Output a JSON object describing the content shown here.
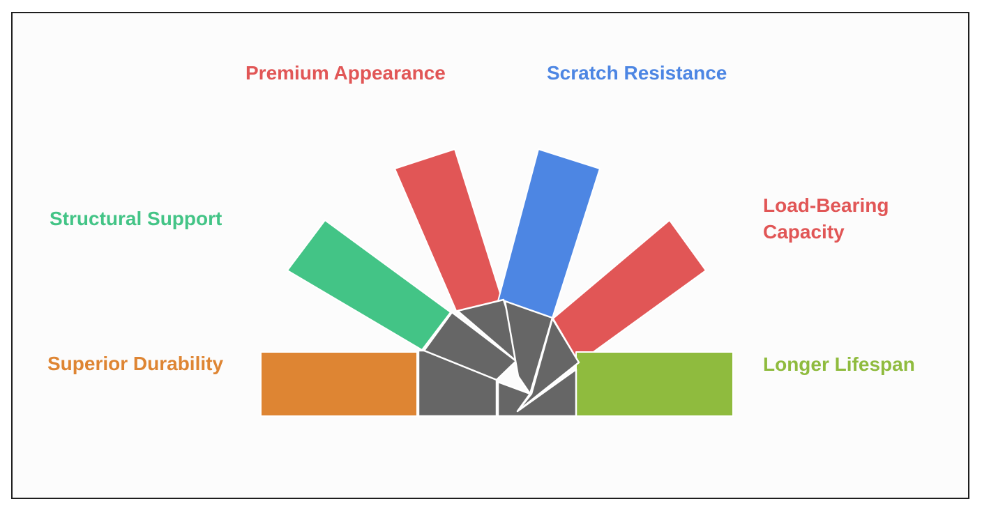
{
  "segments": [
    {
      "id": "superior-durability",
      "label": "Superior Durability",
      "color": "#DE8533"
    },
    {
      "id": "structural-support",
      "label": "Structural Support",
      "color": "#43C486"
    },
    {
      "id": "premium-appearance",
      "label": "Premium Appearance",
      "color": "#E15656"
    },
    {
      "id": "scratch-resistance",
      "label": "Scratch Resistance",
      "color": "#4D86E3"
    },
    {
      "id": "load-bearing-capacity",
      "label": "Load-Bearing Capacity",
      "color": "#E15656"
    },
    {
      "id": "longer-lifespan",
      "label": "Longer Lifespan",
      "color": "#8FBB3E"
    }
  ],
  "colors": {
    "core": "#666666",
    "outline": "#ffffff",
    "frame": "#1e1e1e"
  }
}
